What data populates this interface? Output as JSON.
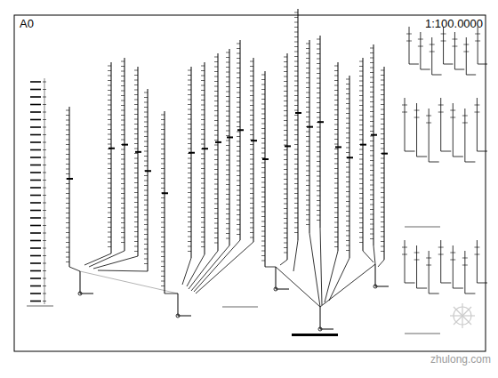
{
  "diagram": {
    "labels": [
      "A0",
      "1:100.0000",
      "zhulong.com"
    ]
  }
}
